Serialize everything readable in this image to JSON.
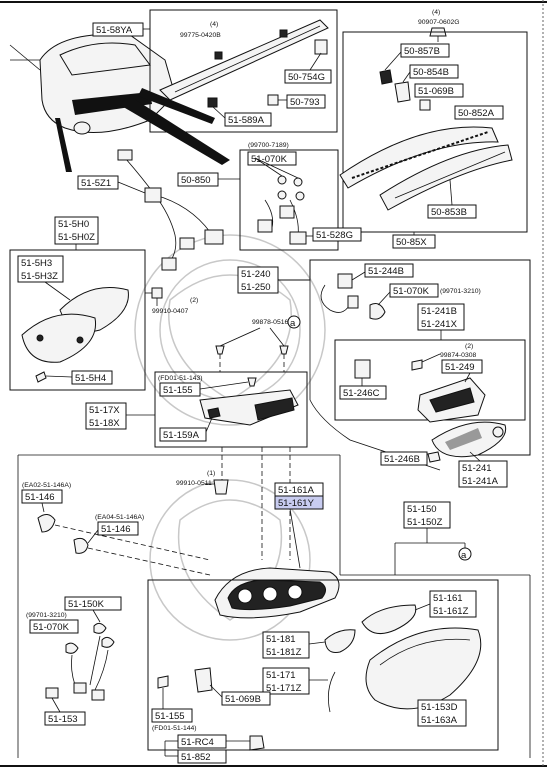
{
  "diagram": {
    "highlight_color": "#c8ccf0",
    "labels": {
      "l_51_58ya": "51-58YA",
      "l_99775_0420b": "99775-0420B",
      "n4a": "(4)",
      "l_50_754g": "50-754G",
      "l_50_793": "50-793",
      "l_51_589a": "51-589A",
      "l_90907_0602g": "90907-0602G",
      "n4b": "(4)",
      "l_50_857b": "50-857B",
      "l_50_854b": "50-854B",
      "l_51_069b_top": "51-069B",
      "l_50_852a": "50-852A",
      "l_50_853b": "50-853B",
      "l_50_85x": "50-85X",
      "l_51_5z1": "51-5Z1",
      "code_99700_7189": "(99700-7189)",
      "l_51_070k_top": "51-070K",
      "l_50_850": "50-850",
      "l_51_528g": "51-528G",
      "l_51_5h0": "51-5H0",
      "l_51_5h0z": "51-5H0Z",
      "l_51_5h3": "51-5H3",
      "l_51_5h3z": "51-5H3Z",
      "n2a": "(2)",
      "l_99910_0407": "99910-0407",
      "l_51_5h4": "51-5H4",
      "l_51_240": "51-240",
      "l_51_250": "51-250",
      "l_51_244b": "51-244B",
      "l_51_070k_mid": "51-070K",
      "code_99701_3210a": "(99701-3210)",
      "l_51_241b": "51-241B",
      "l_51_241x": "51-241X",
      "n2b": "(2)",
      "l_99874_0308": "99874-0308",
      "l_51_246c": "51-246C",
      "l_51_249": "51-249",
      "l_51_246b": "51-246B",
      "l_51_241": "51-241",
      "l_51_241a": "51-241A",
      "l_99878_0516b": "99878-0516B",
      "circle_a1": "a",
      "code_fd01_51_143": "(FD01-51-143)",
      "l_51_155_top": "51-155",
      "l_51_17x": "51-17X",
      "l_51_18x": "51-18X",
      "l_51_159a": "51-159A",
      "n1": "(1)",
      "l_99910_0511": "99910-0511",
      "l_51_161a": "51-161A",
      "l_51_161y": "51-161Y",
      "code_ea02": "(EA02-51-146A)",
      "l_51_146_a": "51-146",
      "code_ea04": "(EA04-51-146A)",
      "l_51_146_b": "51-146",
      "l_51_150": "51-150",
      "l_51_150z": "51-150Z",
      "circle_a2": "a",
      "l_51_150k": "51-150K",
      "code_99701_3210b": "(99701-3210)",
      "l_51_070k_bot": "51-070K",
      "l_51_153": "51-153",
      "l_51_161": "51-161",
      "l_51_161z": "51-161Z",
      "l_51_181": "51-181",
      "l_51_181z": "51-181Z",
      "l_51_171": "51-171",
      "l_51_171z": "51-171Z",
      "l_51_153d": "51-153D",
      "l_51_163a": "51-163A",
      "l_51_069b_bot": "51-069B",
      "l_51_155_bot": "51-155",
      "code_fd01_51_144": "(FD01-51-144)",
      "l_51_rc4": "51-RC4",
      "l_51_852": "51-852"
    }
  }
}
